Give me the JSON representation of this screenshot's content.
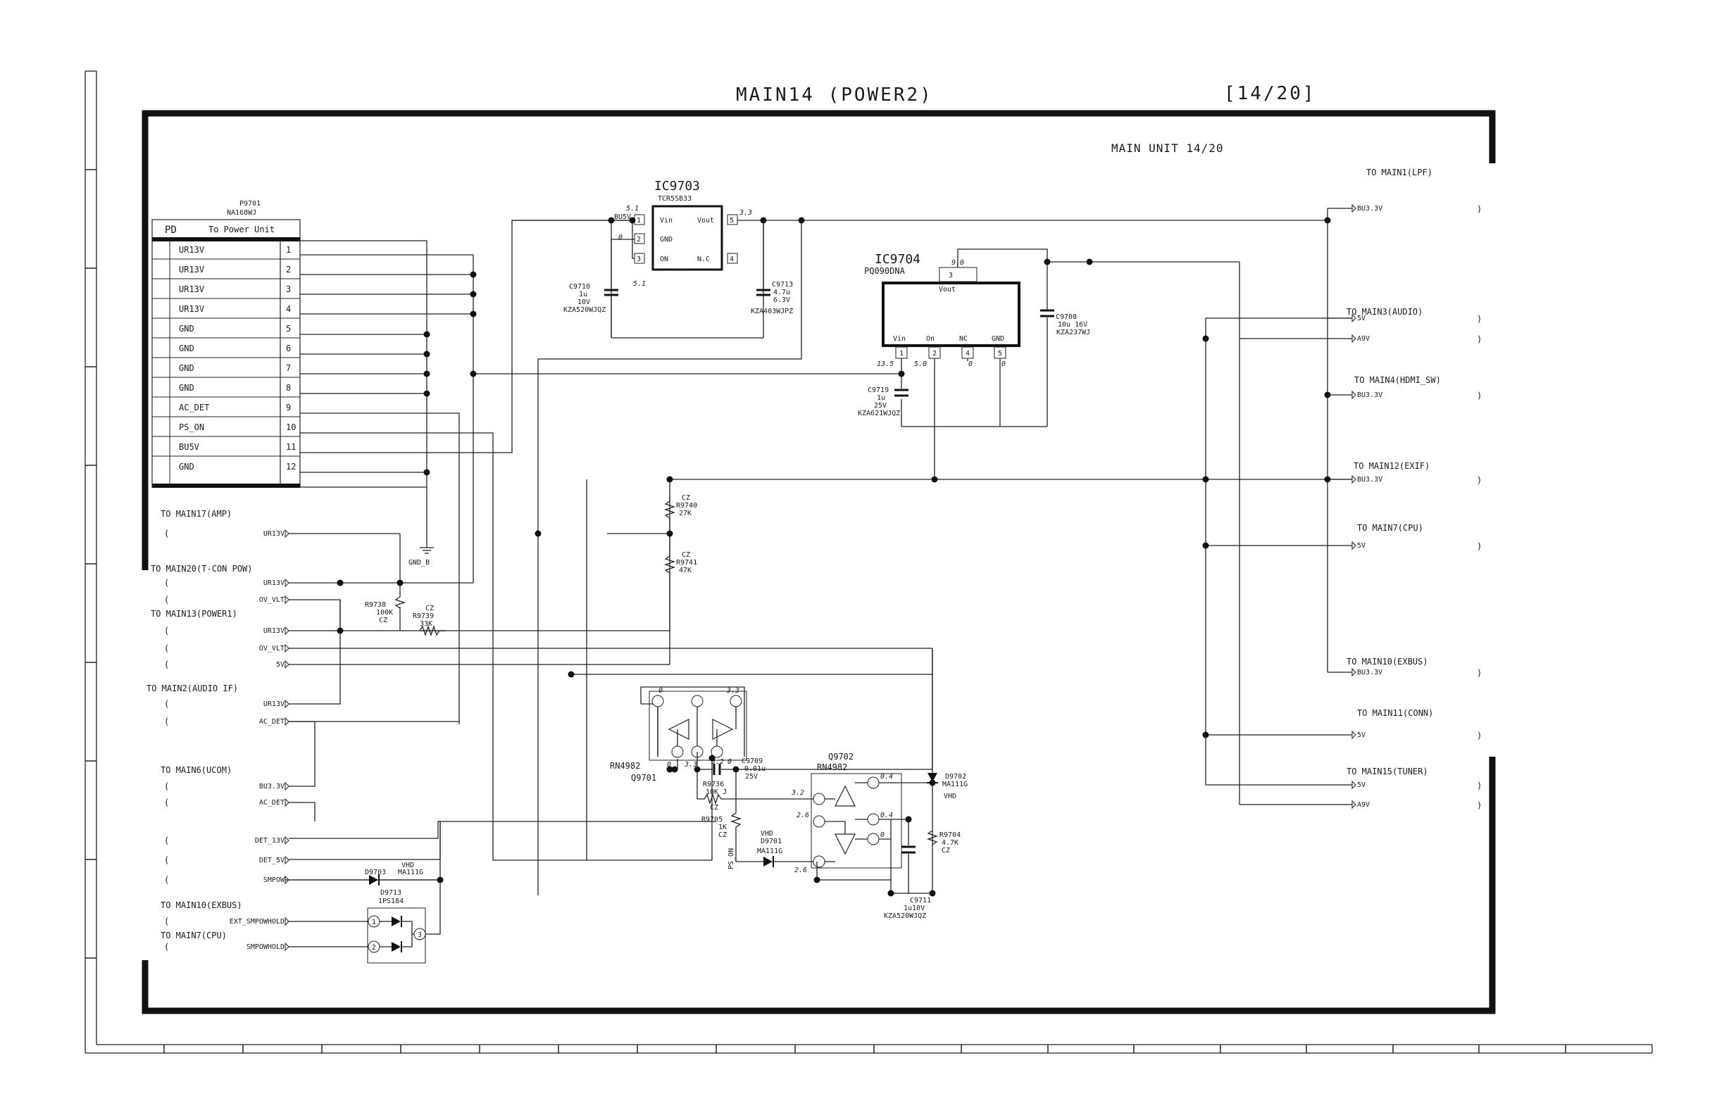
{
  "sheet": {
    "title": "MAIN14 (POWER2)",
    "page": "[14/20]",
    "unit": "MAIN UNIT 14/20"
  },
  "connector": {
    "ref": "P9701",
    "part": "NA168WJ",
    "header_left": "PD",
    "header_right": "To Power Unit",
    "pins": [
      {
        "num": "1",
        "name": "UR13V"
      },
      {
        "num": "2",
        "name": "UR13V"
      },
      {
        "num": "3",
        "name": "UR13V"
      },
      {
        "num": "4",
        "name": "UR13V"
      },
      {
        "num": "5",
        "name": "GND"
      },
      {
        "num": "6",
        "name": "GND"
      },
      {
        "num": "7",
        "name": "GND"
      },
      {
        "num": "8",
        "name": "GND"
      },
      {
        "num": "9",
        "name": "AC_DET"
      },
      {
        "num": "10",
        "name": "PS_ON"
      },
      {
        "num": "11",
        "name": "BU5V"
      },
      {
        "num": "12",
        "name": "GND"
      }
    ],
    "gnd_label": "GND_B"
  },
  "ic9703": {
    "ref": "IC9703",
    "part": "TCR5SB33",
    "pins": {
      "vin": "Vin",
      "gnd": "GND",
      "on": "ON",
      "vout": "Vout",
      "nc": "N.C"
    },
    "pin_nums": {
      "vin": "1",
      "gnd": "2",
      "on": "3",
      "nc": "4",
      "vout": "5"
    },
    "in_net": "BU5V",
    "v_in": "5.1",
    "v_on": "5.1",
    "v_gnd": "0",
    "v_out": "3.3"
  },
  "ic9704": {
    "ref": "IC9704",
    "part": "PQ090DNA",
    "top_label": "Vout",
    "top_pin": "3",
    "pins": [
      {
        "name": "Vin",
        "num": "1"
      },
      {
        "name": "On",
        "num": "2"
      },
      {
        "name": "NC",
        "num": "4"
      },
      {
        "name": "GND",
        "num": "5"
      }
    ],
    "v_in": "13.5",
    "v_on": "5.0",
    "v_nc": "0",
    "v_gnd": "0",
    "v_out": "9.0"
  },
  "capacitors": {
    "c9710": {
      "ref": "C9710",
      "v1": "1u",
      "v2": "10V",
      "part": "KZA520WJQZ"
    },
    "c9713": {
      "ref": "C9713",
      "v1": "4.7u",
      "v2": "6.3V",
      "part": "KZA403WJPZ"
    },
    "c9708": {
      "ref": "C9708",
      "v1": "10u 16V",
      "part": "KZA237WJ"
    },
    "c9719": {
      "ref": "C9719",
      "v1": "1u",
      "v2": "25V",
      "part": "KZA621WJQZ"
    },
    "c9709": {
      "ref": "C9709",
      "v1": "0.01u",
      "v2": "25V"
    },
    "c9711": {
      "ref": "C9711",
      "v1": "1u10V",
      "part": "KZA520WJQZ"
    }
  },
  "resistors": {
    "r9740": {
      "ref": "R9740",
      "val": "27K",
      "tag": "CZ"
    },
    "r9741": {
      "ref": "R9741",
      "val": "47K",
      "tag": "CZ"
    },
    "r9738": {
      "ref": "R9738",
      "val": "100K",
      "tag": "CZ"
    },
    "r9739": {
      "ref": "R9739",
      "val": "33K",
      "tag": "CZ"
    },
    "r9736": {
      "ref": "R9736",
      "val": "10K J",
      "tag": "CZ"
    },
    "r9705": {
      "ref": "R9705",
      "val": "1K",
      "tag": "CZ"
    },
    "r9704": {
      "ref": "R9704",
      "val": "4.7K",
      "tag": "CZ"
    }
  },
  "transistors": {
    "q9701": {
      "ref": "Q9701",
      "part": "RN4982",
      "v1": "0",
      "v2": "3.3",
      "v3": "0",
      "v4": "3.3",
      "v5": "3.2",
      "v6": "0"
    },
    "q9702": {
      "ref": "Q9702",
      "part": "RN4982",
      "v1": "0.4",
      "v2": "3.2",
      "v3": "2.6",
      "v4": "0.4",
      "v5": "0",
      "v6": "2.6"
    }
  },
  "diodes": {
    "d9702": {
      "ref": "D9702",
      "part": "MA111G",
      "tag": "VHD"
    },
    "d9701": {
      "ref": "D9701",
      "part": "MA111G",
      "tag": "VHD"
    },
    "d9703": {
      "ref": "D9703",
      "part": "MA111G",
      "tag": "VHD"
    },
    "d9713": {
      "ref": "D9713",
      "part": "1PS184"
    }
  },
  "ps_on_label": "PS_ON",
  "left_groups": [
    {
      "title": "TO MAIN17(AMP)",
      "nets": [
        "UR13V"
      ]
    },
    {
      "title": "TO MAIN20(T-CON POW)",
      "nets": [
        "UR13V",
        "OV_VLT"
      ]
    },
    {
      "title": "TO MAIN13(POWER1)",
      "nets": [
        "UR13V",
        "OV_VLT",
        "5V"
      ]
    },
    {
      "title": "TO MAIN2(AUDIO IF)",
      "nets": [
        "UR13V",
        "AC_DET"
      ]
    },
    {
      "title": "TO MAIN6(UCOM)",
      "nets": [
        "BU3.3V",
        "AC_DET",
        "DET_13V",
        "DET_5V",
        "SMPOW"
      ]
    },
    {
      "title": "TO MAIN10(EXBUS)",
      "nets": [
        "EXT_SMPOWHOLD"
      ]
    },
    {
      "title": "TO MAIN7(CPU)",
      "nets": [
        "SMPOWHOLD"
      ]
    }
  ],
  "right_groups": [
    {
      "title": "TO MAIN1(LPF)",
      "nets": [
        "BU3.3V"
      ]
    },
    {
      "title": "TO MAIN3(AUDIO)",
      "nets": [
        "5V",
        "A9V"
      ]
    },
    {
      "title": "TO MAIN4(HDMI_SW)",
      "nets": [
        "BU3.3V"
      ]
    },
    {
      "title": "TO MAIN12(EXIF)",
      "nets": [
        "BU3.3V"
      ]
    },
    {
      "title": "TO MAIN7(CPU)",
      "nets": [
        "5V"
      ]
    },
    {
      "title": "TO MAIN10(EXBUS)",
      "nets": [
        "BU3.3V"
      ]
    },
    {
      "title": "TO MAIN11(CONN)",
      "nets": [
        "5V"
      ]
    },
    {
      "title": "TO MAIN15(TUNER)",
      "nets": [
        "5V",
        "A9V"
      ]
    }
  ]
}
